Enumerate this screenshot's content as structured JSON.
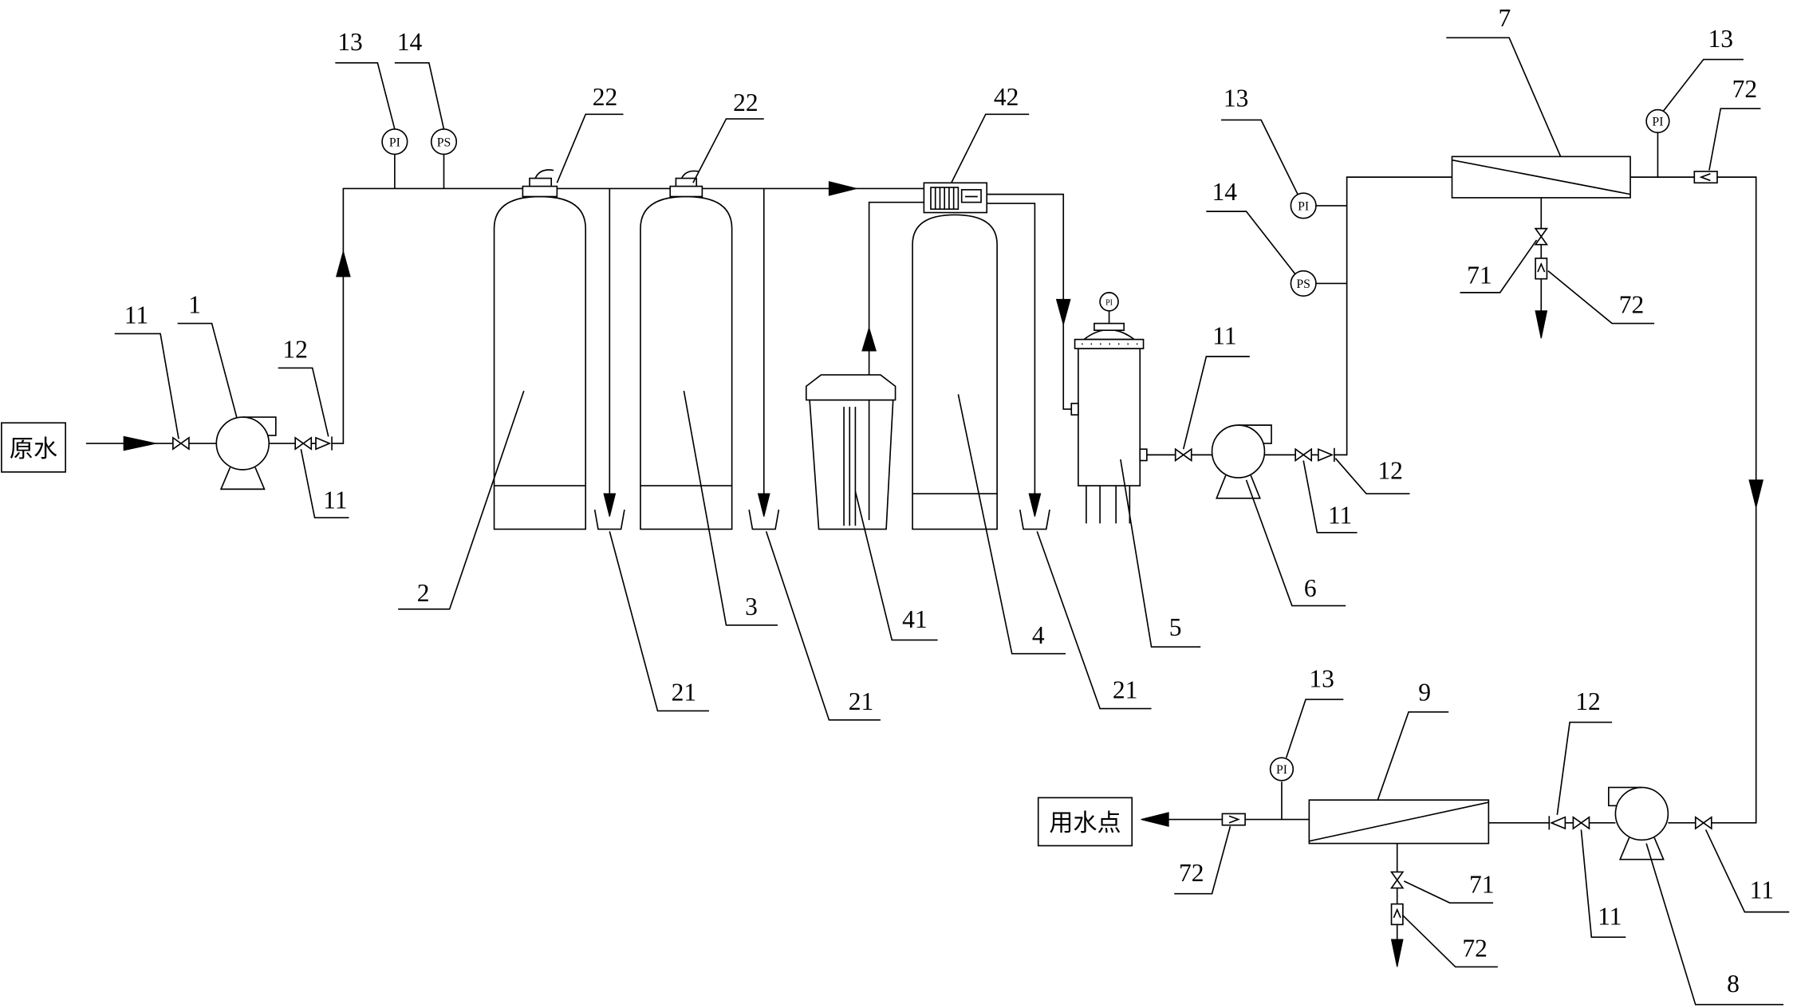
{
  "diagram": {
    "terminals": {
      "raw_water": "原水",
      "use_point": "用水点"
    },
    "instruments": {
      "pressure_indicator": "PI",
      "pressure_switch": "PS"
    },
    "callouts": {
      "raw_water_pump": "1",
      "filter_tank_a": "2",
      "filter_tank_b": "3",
      "softener_tank": "4",
      "cartridge_filter": "5",
      "booster_pump": "6",
      "membrane_stage_1": "7",
      "pump_stage_2": "8",
      "membrane_stage_2": "9",
      "valve": "11",
      "check_valve": "12",
      "pressure_gauge": "13",
      "pressure_switch": "14",
      "drain": "21",
      "tank_valve": "22",
      "brine_tank": "41",
      "softener_valve": "42",
      "concentrate_valve": "71",
      "flowmeter": "72"
    },
    "colors": {
      "line": "#000000",
      "background": "#ffffff"
    }
  }
}
